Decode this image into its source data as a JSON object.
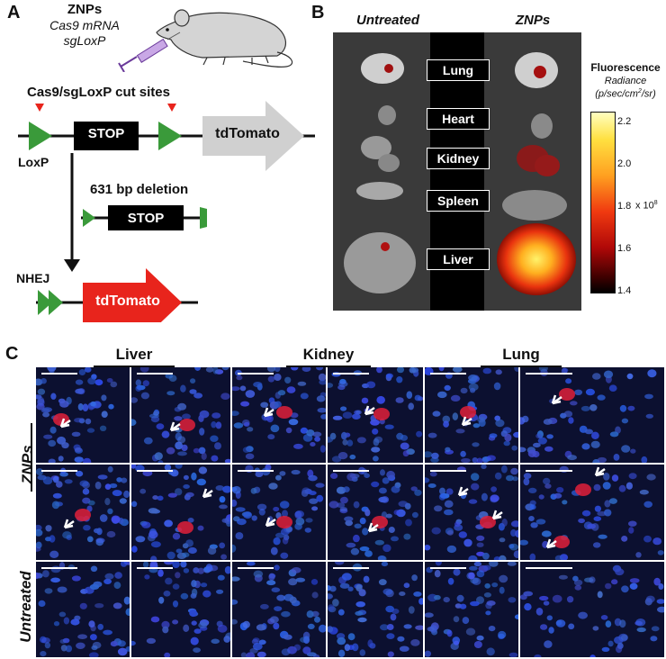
{
  "panel_a": {
    "letter": "A",
    "title": "ZNPs",
    "subtitle_1": "Cas9 mRNA",
    "subtitle_2": "sgLoxP",
    "cut_sites": "Cas9/sgLoxP cut sites",
    "stop": "STOP",
    "reporter": "tdTomato",
    "loxp": "LoxP",
    "deletion": "631 bp deletion",
    "stop_2": "STOP",
    "nhej": "NHEJ",
    "reporter_2": "tdTomato",
    "colors": {
      "loxp": "#3a9a3a",
      "reporter_gray": "#d0d0d0",
      "reporter_red": "#e8241c",
      "cut_marker": "#e8241c"
    }
  },
  "panel_b": {
    "letter": "B",
    "col_untreated": "Untreated",
    "col_znps": "ZNPs",
    "organs": [
      "Lung",
      "Heart",
      "Kidney",
      "Spleen",
      "Liver"
    ],
    "colorbar": {
      "title": "Fluorescence",
      "subtitle": "Radiance",
      "units_prefix": "(p/sec/cm",
      "units_exp": "2",
      "units_suffix": "/sr)",
      "multiplier_prefix": "x 10",
      "multiplier_exp": "8",
      "ticks": [
        "2.2",
        "2.0",
        "1.8",
        "1.6",
        "1.4"
      ],
      "range": [
        1.4,
        2.25
      ]
    }
  },
  "panel_c": {
    "letter": "C",
    "organs": [
      "Liver",
      "Kidney",
      "Lung"
    ],
    "row_znps": "ZNPs",
    "row_untreated": "Untreated"
  }
}
